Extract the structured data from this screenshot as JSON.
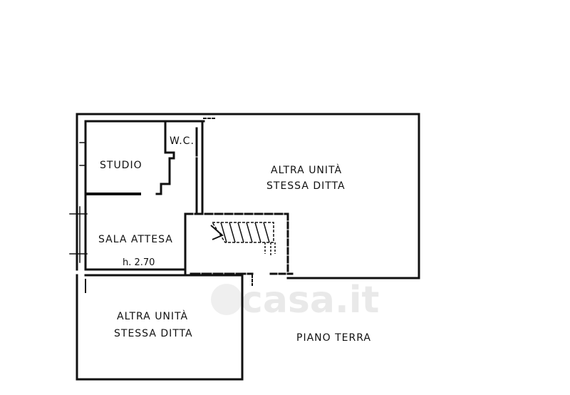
{
  "watermark": "casa.it",
  "rooms": {
    "wc": "W.C.",
    "studio": "STUDIO",
    "sala_attesa": "SALA ATTESA",
    "height": "h. 2.70",
    "altra_unita_right_line1": "ALTRA UNITÀ",
    "altra_unita_right_line2": "STESSA DITTA",
    "altra_unita_bottom_line1": "ALTRA UNITÀ",
    "altra_unita_bottom_line2": "STESSA DITTA"
  },
  "floor_label": "PIANO TERRA",
  "colors": {
    "ink": "#111111",
    "watermark": "#e9e9e9"
  }
}
